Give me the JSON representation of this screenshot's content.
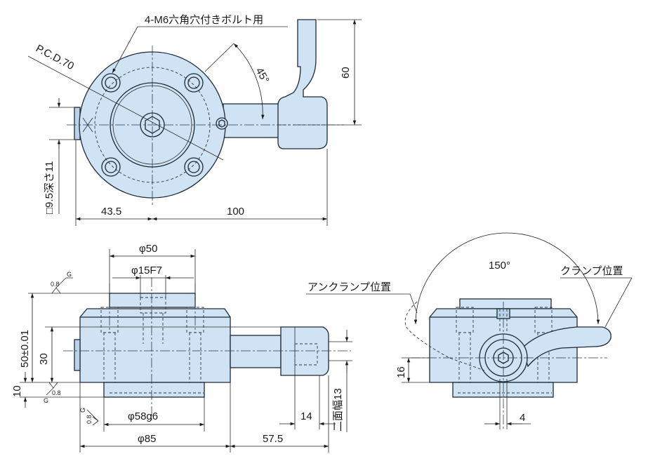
{
  "top_view": {
    "bolt_note": "4-M6六角穴付きボルト用",
    "pcd": "P.C.D.70",
    "angle": "45°",
    "height": "60",
    "square_depth": "□9.5深さ11",
    "dim_left": "43.5",
    "dim_right": "100"
  },
  "front_view": {
    "dia_50": "φ50",
    "dia_15": "φ15F7",
    "height_total": "50±0.01",
    "height_30": "30",
    "height_10": "10",
    "dia_58": "φ58g6",
    "dia_85": "φ85",
    "dim_57_5": "57.5",
    "dim_14": "14",
    "flats_13": "二面幅13",
    "surface_value": "0.8",
    "surface_datum": "G"
  },
  "side_view": {
    "angle": "150°",
    "unclamp": "アンクランプ位置",
    "clamp": "クランプ位置",
    "dim_16": "16",
    "dim_4": "4"
  }
}
